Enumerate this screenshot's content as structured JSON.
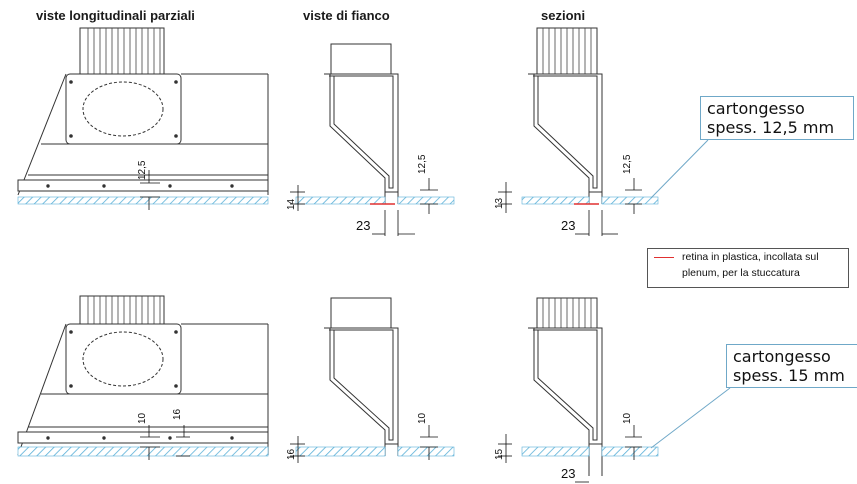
{
  "headers": {
    "col1": "viste longitudinali parziali",
    "col2": "viste di fianco",
    "col3": "sezioni"
  },
  "callouts": {
    "top_line1": "cartongesso",
    "top_line2": "spess. 12,5 mm",
    "bottom_line1": "cartongesso",
    "bottom_line2": "spess. 15 mm"
  },
  "legend": {
    "line1": "retina in plastica, incollata sul",
    "line2": "plenum, per la stuccatura",
    "swatch_color": "#e03030"
  },
  "dimensions": {
    "top_long_board": "12,5",
    "top_side_board": "12,5",
    "top_side_offset": "14",
    "top_side_width": "23",
    "top_sec_board": "12,5",
    "top_sec_offset": "13",
    "top_sec_width": "23",
    "bot_long_board_a": "10",
    "bot_long_board_b": "16",
    "bot_side_board": "10",
    "bot_side_offset": "16",
    "bot_sec_board": "10",
    "bot_sec_offset": "15",
    "bot_sec_width": "23"
  },
  "colors": {
    "hatch": "#5ab0d8",
    "line": "#333333",
    "callout_border": "#6fa8c8"
  }
}
